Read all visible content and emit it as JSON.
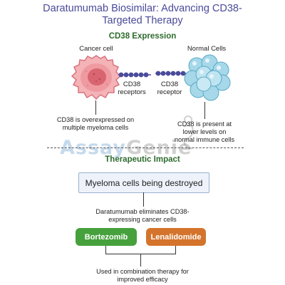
{
  "title": {
    "line1": "Daratumumab Biosimilar: Advancing CD38-",
    "line2": "Targeted Therapy"
  },
  "expression": {
    "heading": "CD38 Expression",
    "cancer_label": "Cancer cell",
    "normal_label": "Normal Cells",
    "receptors_left_line1": "CD38",
    "receptors_left_line2": "receptors",
    "receptors_right_line1": "CD38",
    "receptors_right_line2": "receptor",
    "cancer_caption_line1": "CD38 is overexpressed on",
    "cancer_caption_line2": "multiple myeloma cells",
    "normal_caption_line1": "CD38 is present at",
    "normal_caption_line2": "lower levels on",
    "normal_caption_line3": "normal immune cells"
  },
  "watermark": {
    "part1": "Assay",
    "part2": "Genie"
  },
  "impact": {
    "heading": "Therapeutic Impact",
    "box_text": "Myeloma cells being destroyed",
    "eliminates_line1": "Daratumumab eliminates CD38-",
    "eliminates_line2": "expressing cancer cells",
    "drug1": "Bortezomib",
    "drug2": "Lenalidomide",
    "combo_line1": "Used in combination therapy for",
    "combo_line2": "improved efficacy"
  },
  "colors": {
    "title": "#4a4a9a",
    "heading": "#2e6b2e",
    "cancer_cell": "#e58a91",
    "normal_cells": "#8fcbe0",
    "receptor_chain": "#4b4b9b",
    "drug1": "#46a13c",
    "drug2": "#d4742c"
  }
}
